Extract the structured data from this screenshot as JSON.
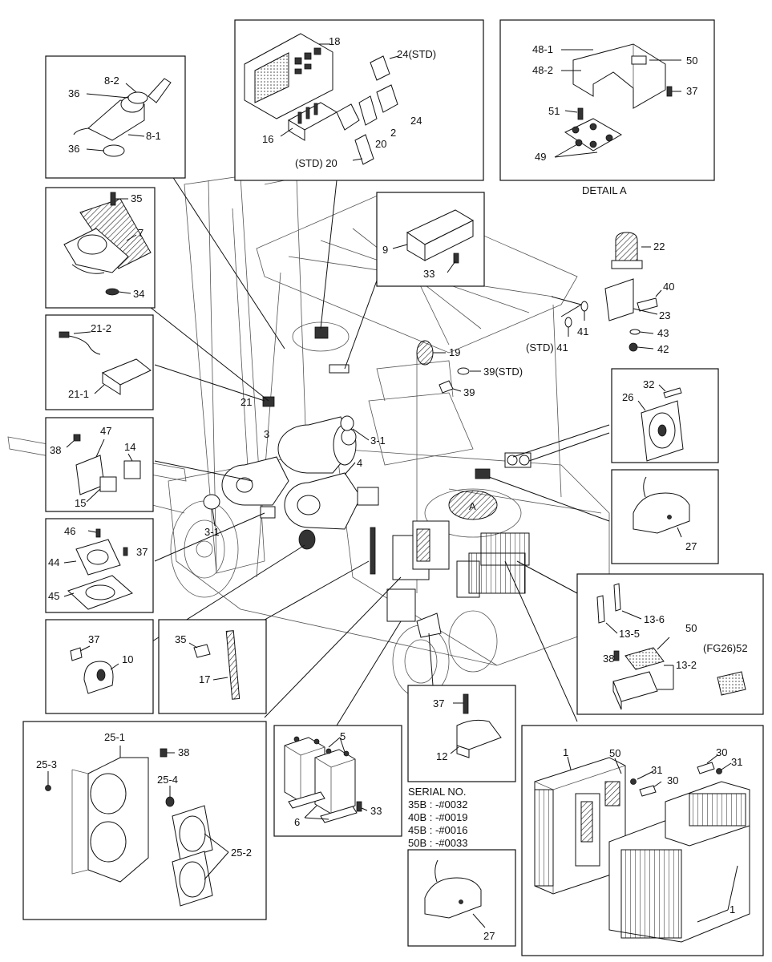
{
  "detail_caption": "DETAIL A",
  "detail_marker": "A",
  "serial": {
    "heading": "SERIAL NO.",
    "lines": [
      "35B : -#0032",
      "40B : -#0019",
      "45B : -#0016",
      "50B : -#0033"
    ]
  },
  "labels": {
    "l18": "18",
    "l24std": "24(STD)",
    "l16": "16",
    "l2": "2",
    "l20": "20",
    "l24": "24",
    "l20std": "(STD) 20",
    "l481": "48-1",
    "l482": "48-2",
    "l50a": "50",
    "l37a": "37",
    "l51": "51",
    "l49": "49",
    "l82": "8-2",
    "l36a": "36",
    "l81": "8-1",
    "l36b": "36",
    "l35a": "35",
    "l7": "7",
    "l34": "34",
    "l9": "9",
    "l33a": "33",
    "l22": "22",
    "l40": "40",
    "l23": "23",
    "l43": "43",
    "l42": "42",
    "l41a": "41",
    "l41b": "(STD) 41",
    "l19": "19",
    "l39std": "39(STD)",
    "l39": "39",
    "l212": "21-2",
    "l211": "21-1",
    "l21": "21",
    "l3a": "3",
    "l31a": "3-1",
    "l4": "4",
    "l31b": "3-1",
    "l38a": "38",
    "l47": "47",
    "l14": "14",
    "l15": "15",
    "l32": "32",
    "l26": "26",
    "l27a": "27",
    "l46": "46",
    "l37b": "37",
    "l44": "44",
    "l45": "45",
    "l37c": "37",
    "l10": "10",
    "l35b": "35",
    "l17": "17",
    "l136": "13-6",
    "l135": "13-5",
    "l50b": "50",
    "l38b": "38",
    "l132": "13-2",
    "lfg52": "(FG26)52",
    "l251": "25-1",
    "l38c": "38",
    "l253": "25-3",
    "l254": "25-4",
    "l252": "25-2",
    "l5": "5",
    "l6": "6",
    "l33b": "33",
    "l37d": "37",
    "l12": "12",
    "l1a": "1",
    "l50c": "50",
    "l31c": "31",
    "l30a": "30",
    "l30b": "30",
    "l31d": "31",
    "l1b": "1",
    "l27b": "27"
  }
}
